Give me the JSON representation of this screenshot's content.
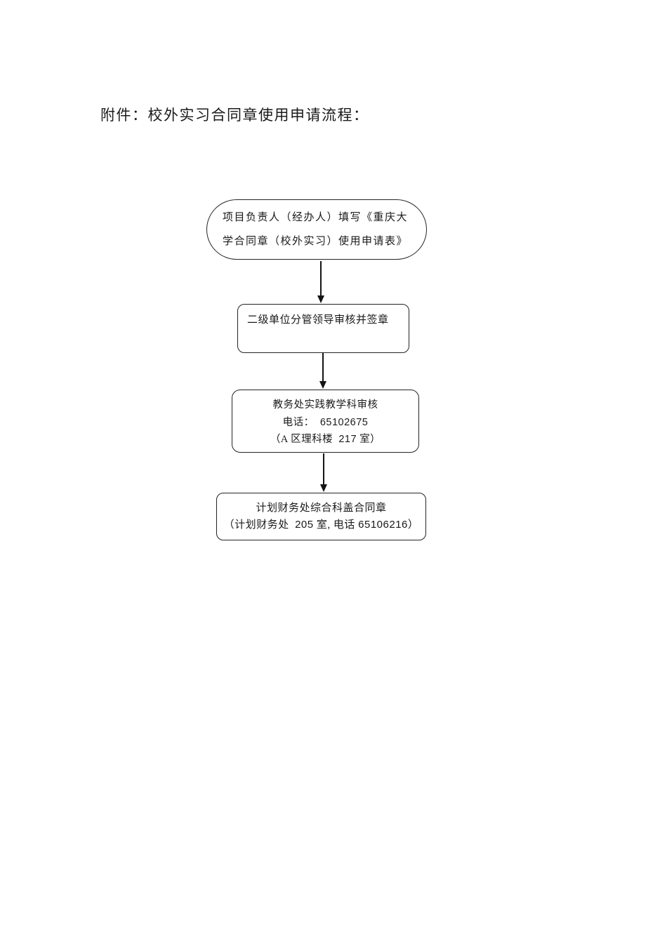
{
  "title": "附件：校外实习合同章使用申请流程：",
  "flowchart": {
    "start": {
      "line1": "项目负责人（经办人）填写《重庆大",
      "line2": "学合同章（校外实习）使用申请表》"
    },
    "step2": {
      "label": "二级单位分管领导审核并签章"
    },
    "step3": {
      "title": "教务处实践教学科审核",
      "phone_label": "电话：  ",
      "phone_number": "65102675",
      "room_prefix": "（A 区理科楼  ",
      "room_number": "217",
      "room_suffix": " 室）"
    },
    "step4": {
      "title": "计划财务处综合科盖合同章",
      "detail_prefix": "（计划财务处  ",
      "detail_room": "205",
      "detail_mid": " 室, 电话 ",
      "detail_phone": "65106216",
      "detail_suffix": "）"
    }
  },
  "colors": {
    "ink": "#1a1a1a",
    "border": "#242424",
    "background": "#ffffff"
  }
}
